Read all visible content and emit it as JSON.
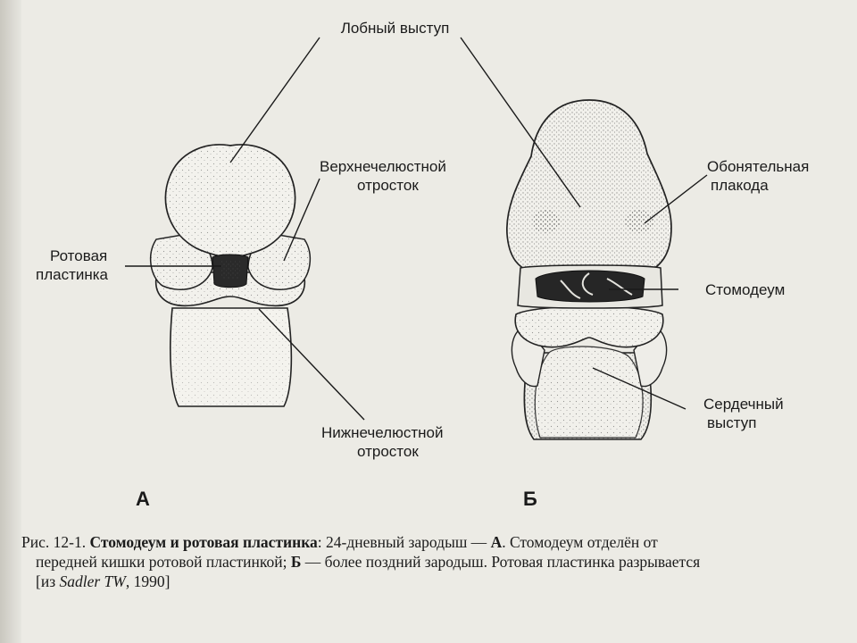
{
  "labels": {
    "frontal": "Лобный выступ",
    "maxillary_1": "Верхнечелюстной",
    "maxillary_2": "отросток",
    "oral_plate_1": "Ротовая",
    "oral_plate_2": "пластинка",
    "mandibular_1": "Нижнечелюстной",
    "mandibular_2": "отросток",
    "olfactory_1": "Обонятельная",
    "olfactory_2": "плакода",
    "stomodeum": "Стомодеум",
    "cardiac_1": "Сердечный",
    "cardiac_2": "выступ"
  },
  "panels": {
    "a": "А",
    "b": "Б"
  },
  "caption": {
    "prefix": "Рис. 12-1.",
    "title": "Стомодеум и ротовая пластинка",
    "text1": ": 24-дневный зародыш — ",
    "a_ref": "А",
    "text2": ". Стомодеум отделён от",
    "line2_pre": "передней кишки ротовой пластинкой; ",
    "b_ref": "Б",
    "line2_post": " — более поздний зародыш. Ротовая пластинка разрывается",
    "source_open": "[из ",
    "source_author": "Sadler TW",
    "source_close": ", 1990]"
  }
}
